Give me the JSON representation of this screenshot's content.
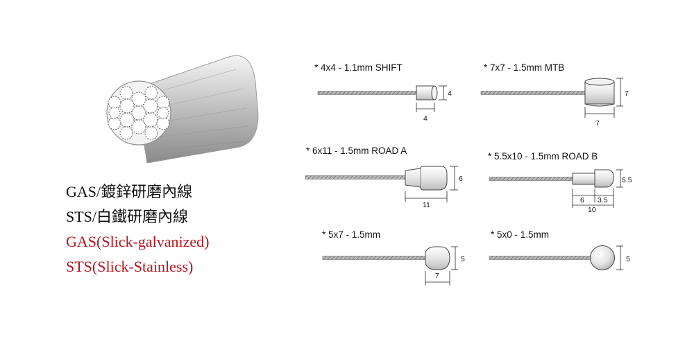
{
  "colors": {
    "black": "#111111",
    "red": "#b5121b",
    "wire": "#9a9a9a",
    "wire_dark": "#6d6d6d",
    "steel": "#c8c8c8"
  },
  "legend": [
    {
      "text": "GAS/鍍鋅研磨內線",
      "color": "#111111"
    },
    {
      "text": "STS/白鐵研磨內線",
      "color": "#111111"
    },
    {
      "text": "GAS(Slick-galvanized)",
      "color": "#b5121b"
    },
    {
      "text": "STS(Slick-Stainless)",
      "color": "#b5121b"
    }
  ],
  "cable_ends": [
    {
      "id": "shift",
      "caption": "* 4x4 - 1.1mm  SHIFT",
      "head": "shift-cylinder",
      "dims": [
        "4",
        "4"
      ]
    },
    {
      "id": "mtb",
      "caption": "* 7x7 - 1.5mm  MTB",
      "head": "mtb-cylinder",
      "dims": [
        "7",
        "7"
      ]
    },
    {
      "id": "road-a",
      "caption": "* 6x11 - 1.5mm  ROAD  A",
      "head": "road-a-barrel",
      "dims": [
        "6",
        "11"
      ]
    },
    {
      "id": "road-b",
      "caption": "* 5.5x10 - 1.5mm  ROAD  B",
      "head": "road-b-stepped",
      "dims": [
        "5.5",
        "6",
        "3.5",
        "10"
      ]
    },
    {
      "id": "pear",
      "caption": "* 5x7 - 1.5mm",
      "head": "pear",
      "dims": [
        "5",
        "7"
      ]
    },
    {
      "id": "ball",
      "caption": "* 5x0 - 1.5mm",
      "head": "ball",
      "dims": [
        "5"
      ]
    }
  ]
}
